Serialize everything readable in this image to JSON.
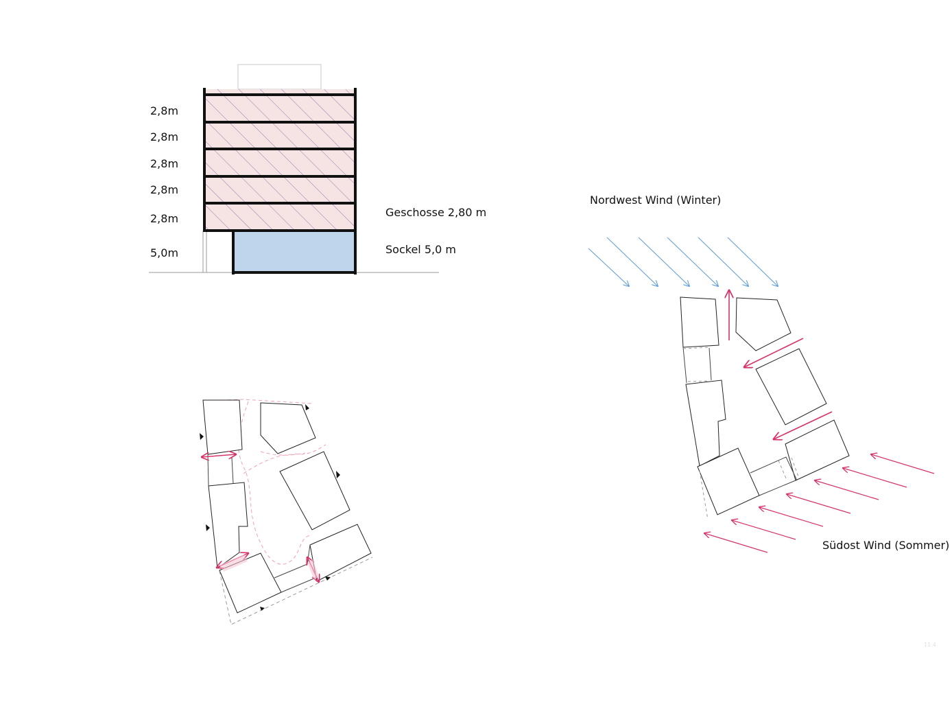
{
  "section": {
    "floor_labels": [
      "2,8m",
      "2,8m",
      "2,8m",
      "2,8m",
      "2,8m"
    ],
    "base_label": "5,0m",
    "legend_floors": "Geschosse 2,80 m",
    "legend_base": "Sockel 5,0 m"
  },
  "wind": {
    "northwest_label": "Nordwest Wind (Winter)",
    "southeast_label": "Südost Wind (Sommer)"
  },
  "page_number": "11.4",
  "colors": {
    "floor_fill": "#f6e4e4",
    "hatch": "#7a5aa0",
    "base_fill": "#bfd5ec",
    "winter_wind": "#5b9bd5",
    "summer_wind": "#d6336c",
    "path_dashed": "#f0a0b4"
  }
}
